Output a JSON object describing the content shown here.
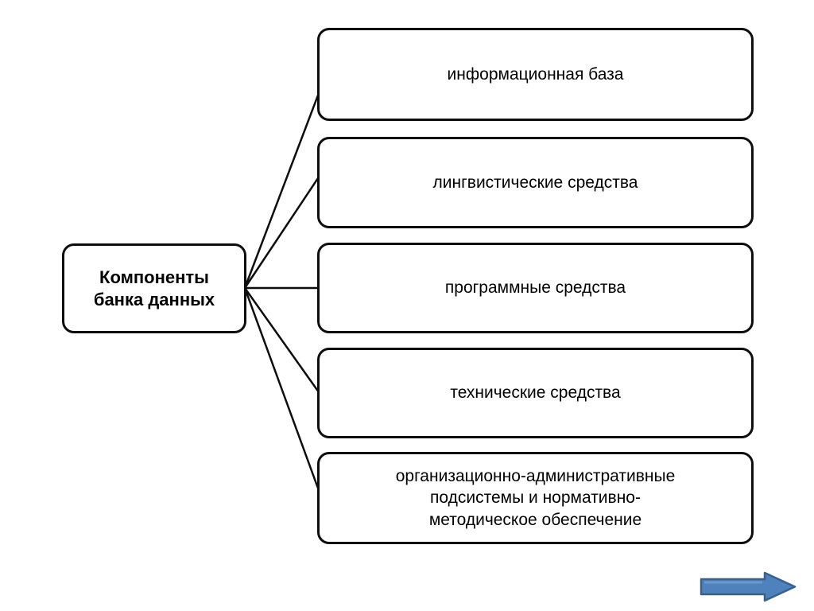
{
  "diagram": {
    "root": {
      "label": "Компоненты банка данных"
    },
    "components": [
      {
        "label": "информационная база"
      },
      {
        "label": "лингвистические средства"
      },
      {
        "label": "программные средства"
      },
      {
        "label": "технические средства"
      },
      {
        "label": "организационно-административные подсистемы и нормативно-методическое обеспечение"
      }
    ],
    "colors": {
      "box_border": "#0d0d0d",
      "box_fill": "#ffffff",
      "text": "#000000",
      "connector": "#0d0d0d",
      "arrow_fill": "#4f81bd",
      "arrow_border": "#38618c",
      "arrow_highlight": "#7ba2d4"
    }
  }
}
